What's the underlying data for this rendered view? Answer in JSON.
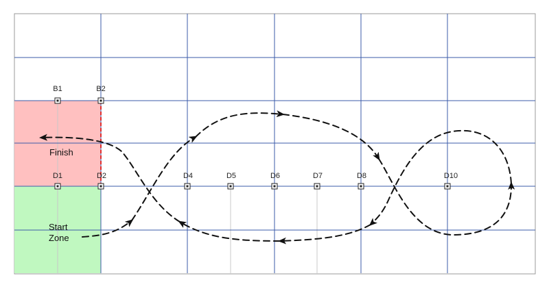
{
  "colors": {
    "grid_line": "#3b5ba8",
    "light_line": "#c8c8c8",
    "border": "#999999",
    "finish_fill": "#ffc0c0",
    "start_fill": "#c0f8c0",
    "dashed_red": "#e03030",
    "path": "#111111"
  },
  "zones": {
    "finish_label": "Finish",
    "start_label_line1": "Start",
    "start_label_line2": "Zone"
  },
  "markers": {
    "b1": "B1",
    "b2": "B2",
    "d1": "D1",
    "d2": "D2",
    "d4": "D4",
    "d5": "D5",
    "d6": "D6",
    "d7": "D7",
    "d8": "D8",
    "d10": "D10"
  }
}
